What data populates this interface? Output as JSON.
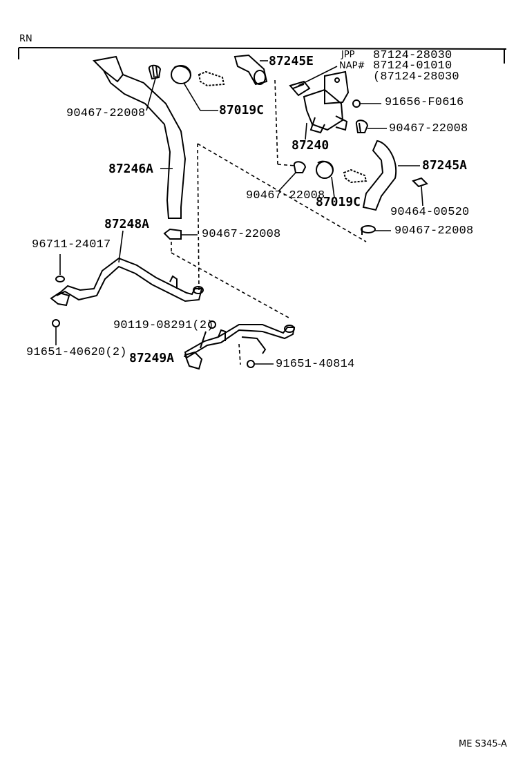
{
  "header": {
    "region": "RN"
  },
  "footer": {
    "code": "ME S345-A"
  },
  "parts": {
    "p87245E": "87245E",
    "jpp_tag": "JPP",
    "nap_tag": "NAP#",
    "p87124_28030": "87124-28030",
    "p87124_01010": "87124-01010",
    "p87124_28030_alt": "(87124-28030",
    "p90467_left_top": "90467-22008",
    "p87019C_top": "87019C",
    "p91656": "91656-F0616",
    "p90467_right_top": "90467-22008",
    "p87240": "87240",
    "p87246A": "87246A",
    "p87245A": "87245A",
    "p90467_mid": "90467-22008",
    "p87019C_mid": "87019C",
    "p90464": "90464-00520",
    "p87248A": "87248A",
    "p90467_left_mid": "90467-22008",
    "p90467_right_mid": "90467-22008",
    "p96711": "96711-24017",
    "p91651_40620": "91651-40620(2)",
    "p90119": "90119-08291(2)",
    "p87249A": "87249A",
    "p91651_40814": "91651-40814"
  }
}
